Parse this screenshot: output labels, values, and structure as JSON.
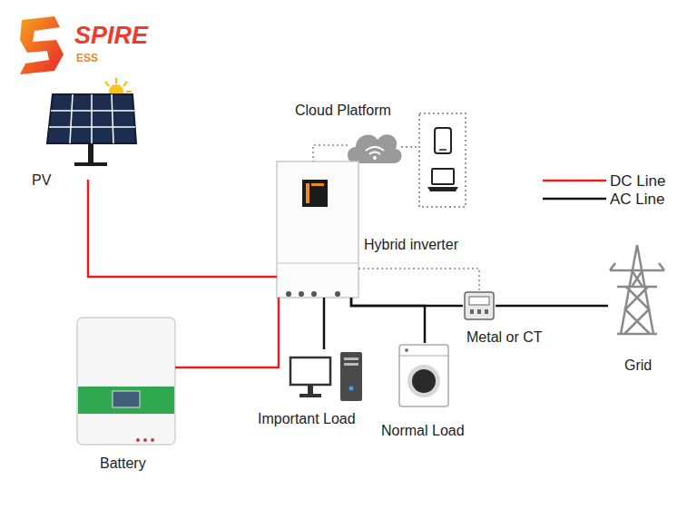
{
  "diagram": {
    "nodes": [
      {
        "text": [
          "PV"
        ]
      },
      {
        "text": [
          "Cloud Platform"
        ]
      },
      {
        "text": [
          "Hybrid inverter"
        ]
      },
      {
        "text": [
          "Metal or CT"
        ]
      },
      {
        "text": [
          "Grid"
        ]
      },
      {
        "text": [
          "Battery"
        ]
      },
      {
        "text": [
          "Important Load"
        ]
      },
      {
        "text": [
          "Normal Load"
        ]
      }
    ],
    "edges": [
      {
        "from": 0,
        "to": 2,
        "arrow": "none"
      },
      {
        "from": 1,
        "to": 2,
        "arrow": "none"
      },
      {
        "from": 5,
        "to": 2,
        "arrow": "none"
      },
      {
        "from": 2,
        "to": 6,
        "arrow": "none"
      },
      {
        "from": 2,
        "to": 3,
        "arrow": "none"
      },
      {
        "from": 7,
        "to": 2,
        "arrow": "none"
      },
      {
        "from": 3,
        "to": 4,
        "arrow": "none"
      },
      {
        "from": 3,
        "to": 2,
        "arrow": "none"
      }
    ],
    "labels": [
      "SPIRE",
      "ESS"
    ],
    "legend": [
      {
        "text": "DC Line"
      },
      {
        "text": "AC Line"
      }
    ]
  }
}
